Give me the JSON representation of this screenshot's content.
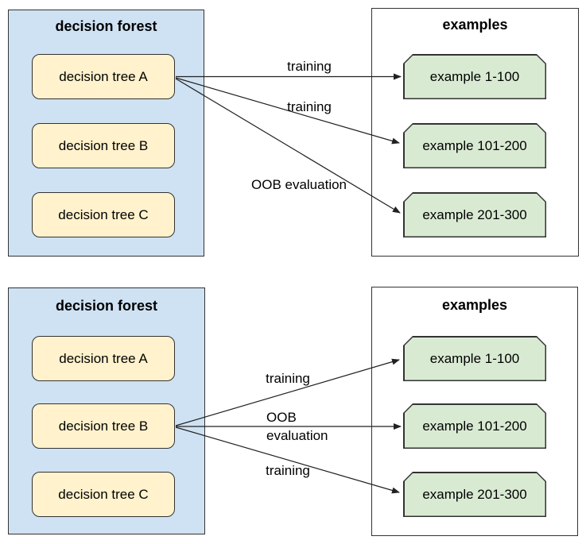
{
  "colors": {
    "forest_fill": "#cfe2f3",
    "tree_fill": "#fff2cc",
    "example_fill": "#d9ead3",
    "panel_border": "#333333",
    "arrow_color": "#212121",
    "text_color": "#000000"
  },
  "panels": [
    {
      "name": "top",
      "forest": {
        "title": "decision forest",
        "nodes": [
          "decision tree A",
          "decision tree B",
          "decision tree C"
        ]
      },
      "examples": {
        "title": "examples",
        "nodes": [
          "example 1-100",
          "example 101-200",
          "example 201-300"
        ]
      },
      "source_node": "decision tree A",
      "arrows": [
        {
          "label": "training",
          "to": "example 1-100"
        },
        {
          "label": "training",
          "to": "example 101-200"
        },
        {
          "label": "OOB evaluation",
          "to": "example 201-300"
        }
      ]
    },
    {
      "name": "bottom",
      "forest": {
        "title": "decision forest",
        "nodes": [
          "decision tree A",
          "decision tree B",
          "decision tree C"
        ]
      },
      "examples": {
        "title": "examples",
        "nodes": [
          "example 1-100",
          "example 101-200",
          "example 201-300"
        ]
      },
      "source_node": "decision tree B",
      "arrows": [
        {
          "label": "training",
          "to": "example 1-100"
        },
        {
          "label": "OOB evaluation",
          "to": "example 101-200"
        },
        {
          "label": "training",
          "to": "example 201-300"
        }
      ]
    }
  ]
}
